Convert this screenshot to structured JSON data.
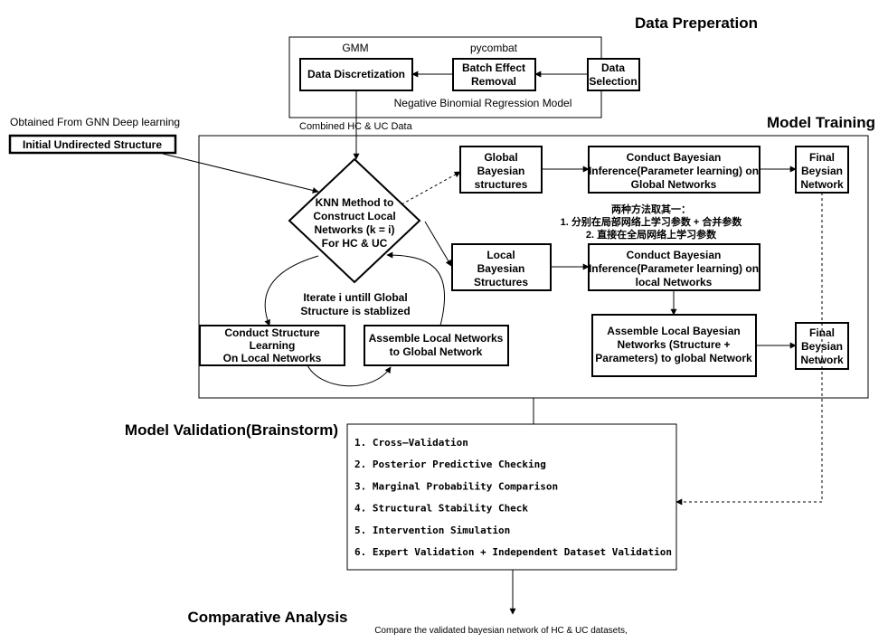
{
  "sections": {
    "data_preparation": "Data Preperation",
    "model_training": "Model Training",
    "model_validation": "Model Validation(Brainstorm)",
    "comparative_analysis": "Comparative Analysis"
  },
  "data_prep": {
    "data_discretization": "Data Discretization",
    "batch_effect": [
      "Batch Effect",
      "Removal"
    ],
    "data_selection": [
      "Data",
      "Selection"
    ],
    "gmm_label": "GMM",
    "pycombat_label": "pycombat",
    "nb_model_label": "Negative Binomial Regression Model"
  },
  "inputs": {
    "gnn_note": "Obtained From GNN Deep learning",
    "initial_structure": "Initial Undirected Structure",
    "combined_data": "Combined HC & UC Data"
  },
  "training": {
    "knn_diamond": [
      "KNN Method to",
      "Construct Local",
      "Networks (k = i)",
      "For HC & UC"
    ],
    "iterate_note": [
      "Iterate i untill Global",
      "Structure is stablized"
    ],
    "structure_learning": [
      "Conduct Structure",
      "Learning",
      "On Local Networks"
    ],
    "assemble_local": [
      "Assemble Local Networks",
      "to Global Network"
    ],
    "global_structures": [
      "Global",
      "Bayesian",
      "structures"
    ],
    "local_structures": [
      "Local",
      "Bayesian",
      "Structures"
    ],
    "inference_global": [
      "Conduct Bayesian",
      "Inference(Parameter learning) on",
      "Global Networks"
    ],
    "inference_local": [
      "Conduct Bayesian",
      "Inference(Parameter learning) on",
      "local Networks"
    ],
    "assemble_params": [
      "Assemble Local Bayesian",
      "Networks (Structure +",
      "Parameters) to global Network"
    ],
    "final_1": [
      "Final",
      "Beysian",
      "Network"
    ],
    "final_2": [
      "Final",
      "Beysian",
      "Network"
    ],
    "options_note": [
      "两种方法取其一：",
      "1. 分别在局部网络上学习参数 + 合并参数",
      "2. 直接在全局网络上学习参数"
    ]
  },
  "validation": {
    "items": [
      "1. Cross–Validation",
      "2. Posterior Predictive Checking",
      "3. Marginal Probability Comparison",
      "4. Structural Stability Check",
      "5. Intervention Simulation",
      "6. Expert Validation + Independent Dataset Validation"
    ]
  },
  "comparative": {
    "note": "Compare the validated bayesian network of HC & UC datasets,"
  }
}
